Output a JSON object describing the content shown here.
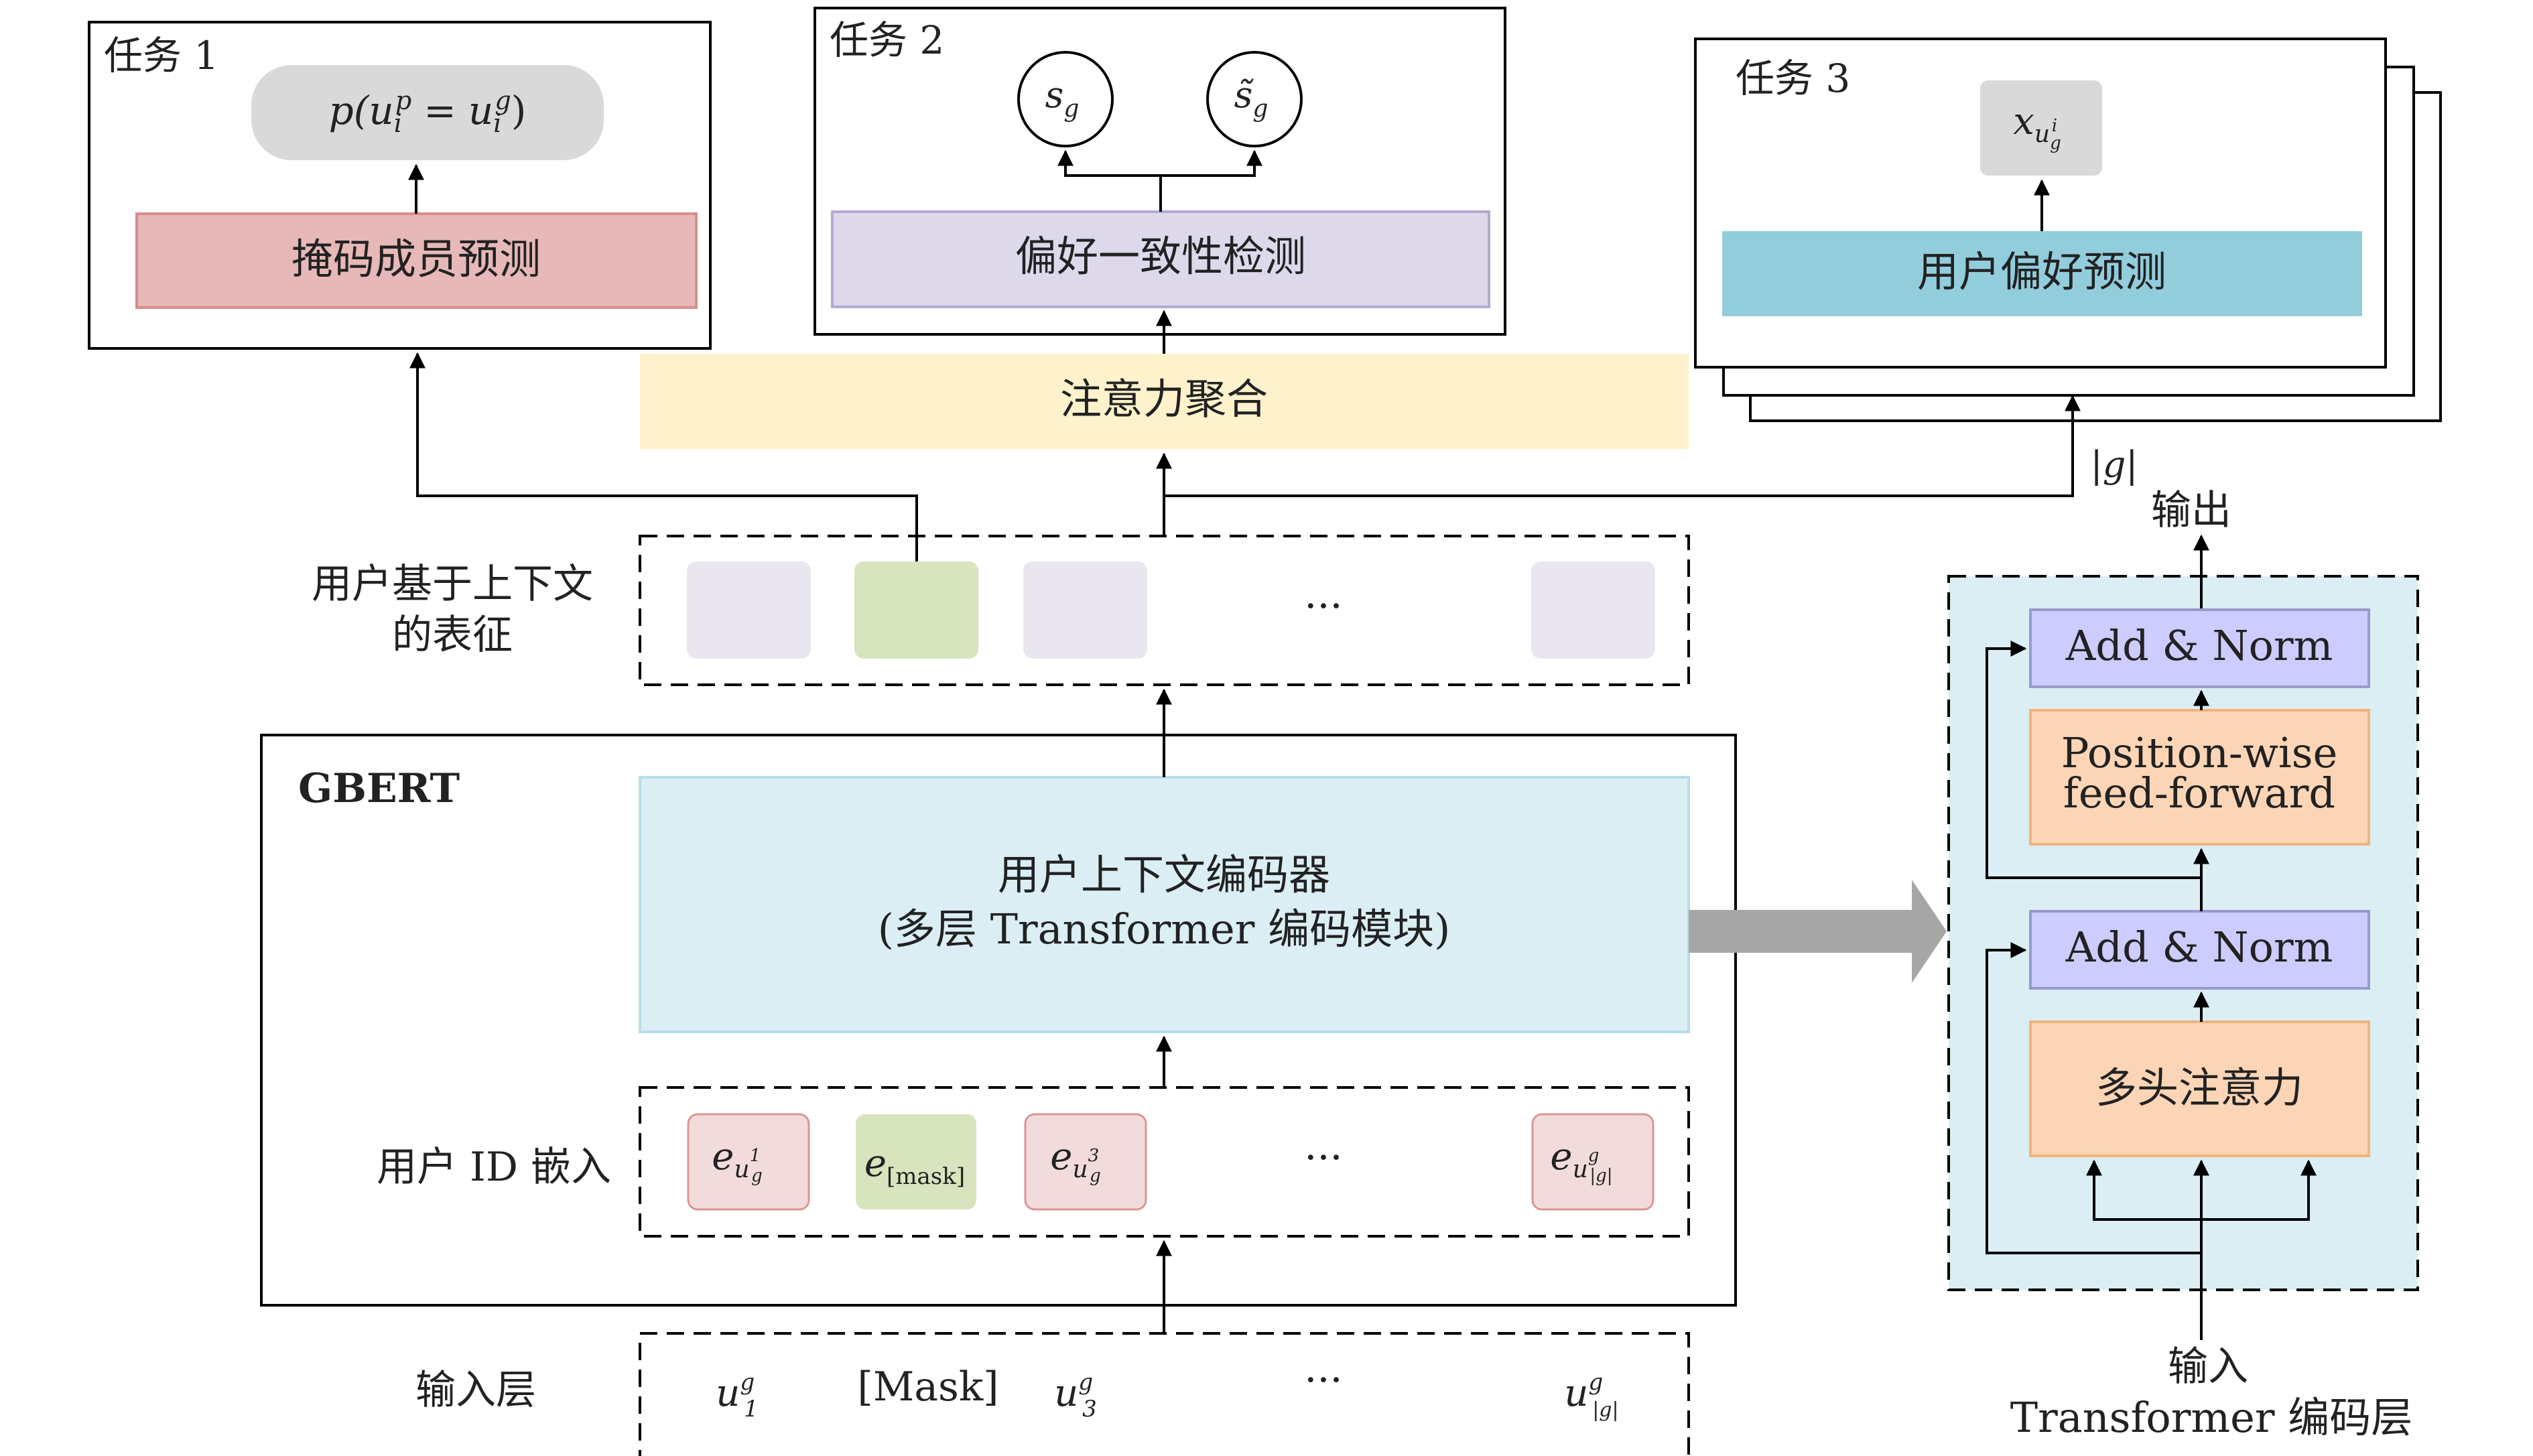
{
  "tasks": {
    "task1": {
      "title": "任务 1",
      "module": "掩码成员预测",
      "output_p": "p(",
      "output_u": "u",
      "output_sub": "i",
      "output_sup": "p",
      "output_eq": "=",
      "output_u2": "u",
      "output_sub2": "i",
      "output_sup2": "g",
      "output_close": ")"
    },
    "task2": {
      "title": "任务 2",
      "module": "偏好一致性检测",
      "node1": "s",
      "node1_sub": "g",
      "node2": "s̃",
      "node2_sub": "g"
    },
    "task3": {
      "title": "任务 3",
      "module": "用户偏好预测",
      "output_x": "x",
      "output_sub": "u",
      "output_subsub": "g",
      "output_subsup": "i",
      "group_label": "|g|"
    }
  },
  "attention_aggregation": "注意力聚合",
  "context_repr": {
    "label_line1": "用户基于上下文",
    "label_line2": "的表征",
    "ellipsis": "···"
  },
  "gbert": {
    "title": "GBERT",
    "encoder_line1": "用户上下文编码器",
    "encoder_line2": "(多层 Transformer 编码模块)"
  },
  "embedding": {
    "label": "用户 ID 嵌入",
    "items": [
      {
        "base": "e",
        "sub": "u",
        "subsup": "1",
        "subsub": "g"
      },
      {
        "base": "e",
        "sub": "[mask]"
      },
      {
        "base": "e",
        "sub": "u",
        "subsup": "3",
        "subsub": "g"
      },
      {
        "base": "e",
        "sub": "u",
        "subsup": "g",
        "subsub": "|g|"
      }
    ],
    "ellipsis": "···"
  },
  "input_layer": {
    "label": "输入层",
    "items": [
      {
        "base": "u",
        "sup": "g",
        "sub": "1"
      },
      {
        "text": "[Mask]"
      },
      {
        "base": "u",
        "sup": "g",
        "sub": "3"
      },
      {
        "base": "u",
        "sup": "g",
        "sub": "|g|"
      }
    ],
    "ellipsis": "···"
  },
  "transformer": {
    "output_label": "输出",
    "add_norm_top": "Add & Norm",
    "ffn_line1": "Position-wise",
    "ffn_line2": "feed-forward",
    "add_norm_bottom": "Add & Norm",
    "multihead": "多头注意力",
    "input_label": "输入",
    "caption": "Transformer 编码层"
  },
  "colors": {
    "task1_module": "#e6b8b7",
    "task1_module_border": "#d98c8a",
    "task2_module": "#ddd8ea",
    "task2_module_border": "#b3a9d0",
    "task3_module": "#92cddc",
    "attention": "#fdf2cc",
    "context_plain": "#eae6f0",
    "context_masked": "#d7e4bd",
    "encoder": "#daeef3",
    "encoder_border": "#b7dde8",
    "embed_pink": "#f2dcdb",
    "embed_green": "#d7e4bd",
    "transformer_bg": "#daeef3",
    "add_norm": "#ccccff",
    "add_norm_border": "#9999cc",
    "orange": "#fbd5b5",
    "orange_border": "#f2b27f",
    "gray_output": "#d9d9d9",
    "big_arrow": "#a6a6a6"
  }
}
